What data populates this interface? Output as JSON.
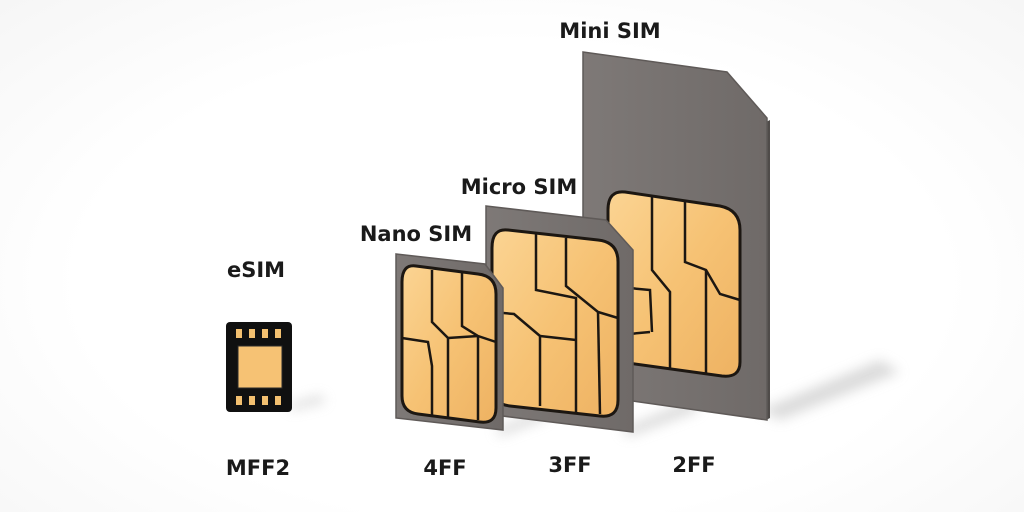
{
  "cards": [
    {
      "name": "eSIM",
      "code": "MFF2"
    },
    {
      "name": "Nano SIM",
      "code": "4FF"
    },
    {
      "name": "Micro SIM",
      "code": "3FF"
    },
    {
      "name": "Mini SIM",
      "code": "2FF"
    }
  ],
  "colors": {
    "card_body": "#7a7573",
    "card_edge": "#5f5a58",
    "chip_gold": "#f7c77a",
    "chip_line": "#1c1712",
    "esim_body": "#101010",
    "shadow": "#d6d6d6"
  }
}
